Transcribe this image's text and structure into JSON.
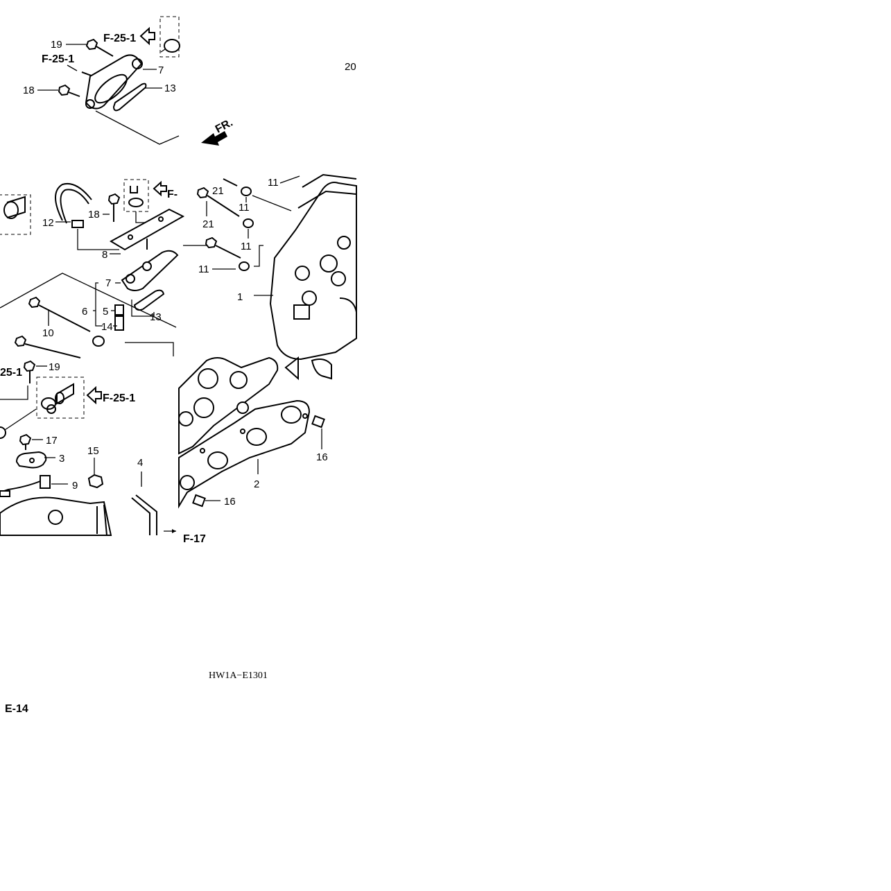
{
  "corner_number": "20",
  "diagram_code": "HW1A−E1301",
  "page_number": "E-14",
  "direction_label": "FR.",
  "references": {
    "r1": "F-25-1",
    "r2": "F-25-1",
    "r3": "F-",
    "r4": "25-1",
    "r5": "F-25-1",
    "r6": "F-17"
  },
  "callouts": {
    "c19a": "19",
    "c7a": "7",
    "c18a": "18",
    "c13a": "13",
    "c12": "12",
    "c18b": "18",
    "c8": "8",
    "c7b": "7",
    "c6": "6",
    "c5": "5",
    "c14": "14",
    "c13b": "13",
    "c10": "10",
    "c21a": "21",
    "c11a": "11",
    "c11b": "11",
    "c21b": "21",
    "c11c": "11",
    "c11d": "11",
    "c1": "1",
    "c19b": "19",
    "c17": "17",
    "c3": "3",
    "c15": "15",
    "c4": "4",
    "c9": "9",
    "c16a": "16",
    "c2": "2",
    "c16b": "16"
  }
}
